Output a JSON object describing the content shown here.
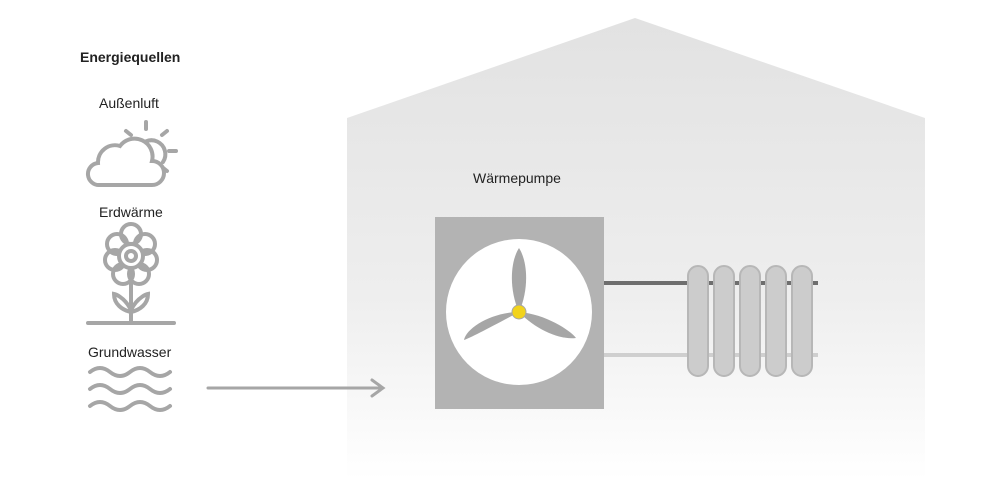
{
  "sources": {
    "heading": "Energiequellen",
    "items": [
      {
        "label": "Außenluft",
        "icon": "cloud-sun-icon"
      },
      {
        "label": "Erdwärme",
        "icon": "flower-icon"
      },
      {
        "label": "Grundwasser",
        "icon": "waves-icon"
      }
    ]
  },
  "heat_pump": {
    "label": "Wärmepumpe",
    "icon": "fan-icon"
  },
  "radiator": {
    "icon": "radiator-icon"
  },
  "colors": {
    "icon_gray": "#a6a6a6",
    "house_gray": "#e4e4e4",
    "pump_gray": "#b3b3b3",
    "fan_hub": "#f2d31b",
    "pipe_dark": "#6e6e6e",
    "pipe_light": "#cfcfcf"
  }
}
